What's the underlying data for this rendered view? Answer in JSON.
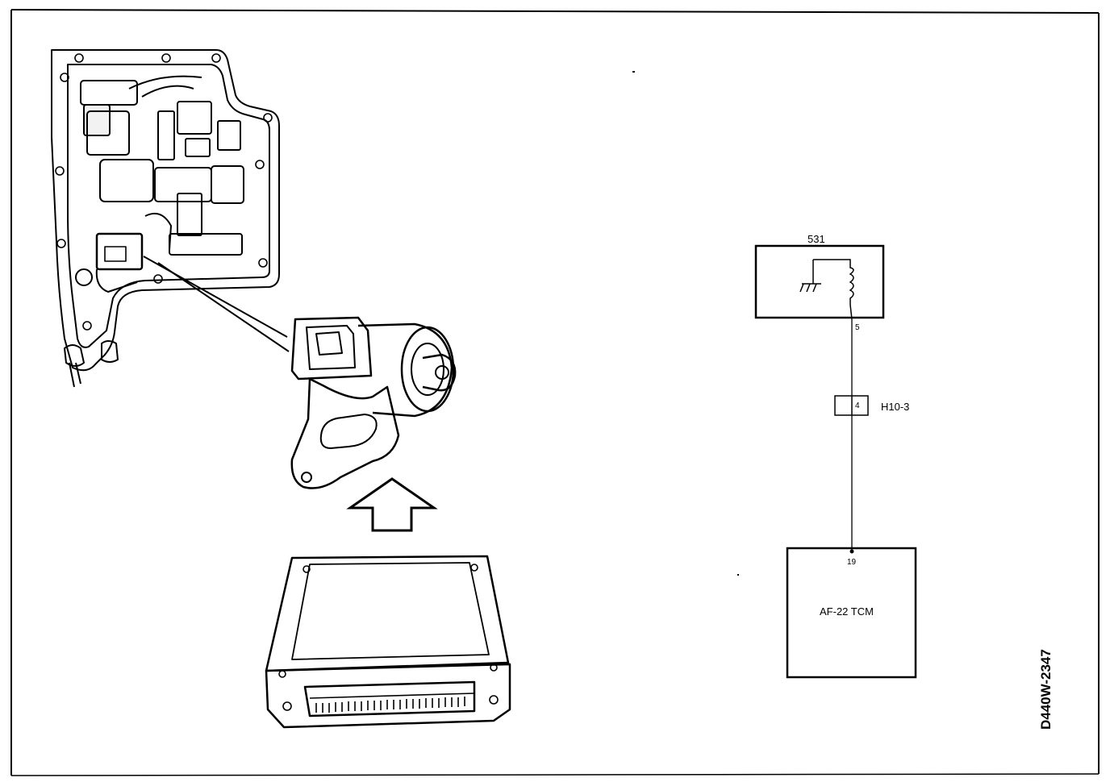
{
  "schematic": {
    "solenoid_component_number": "531",
    "solenoid_pin": "5",
    "connector_pin": "4",
    "connector_name": "H10-3",
    "tcm_pin": "19",
    "tcm_name": "AF-22 TCM"
  },
  "reference_code": "D440W-2347"
}
